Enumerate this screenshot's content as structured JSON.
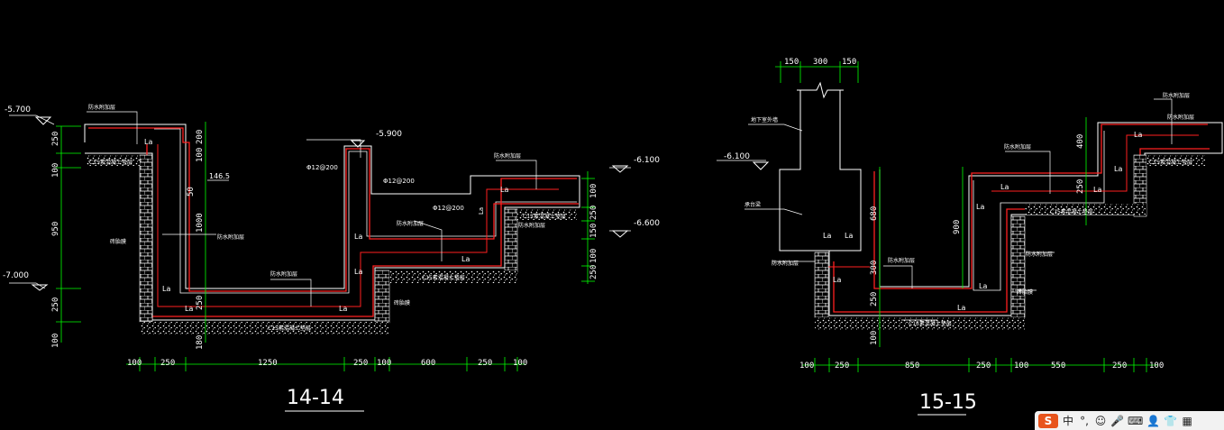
{
  "drawing": {
    "left": {
      "title": "14-14",
      "levels": [
        "-5.700",
        "-7.000",
        "-5.900",
        "-6.100",
        "-6.600"
      ],
      "bottom_dims": [
        "100",
        "250",
        "1250",
        "250",
        "100",
        "600",
        "250",
        "100"
      ],
      "left_dims": [
        "250",
        "100",
        "950",
        "250",
        "100"
      ],
      "inner_dims": [
        "200",
        "100",
        "50",
        "1000",
        "250",
        "100",
        "250",
        "150",
        "100",
        "250",
        "180"
      ],
      "callouts": [
        "146.5",
        "Φ12@200",
        "Φ12@200",
        "Φ12@200"
      ],
      "la_marks": [
        "La",
        "La",
        "La",
        "La",
        "La",
        "La",
        "La",
        "La",
        "La"
      ],
      "labels": [
        "防水附加层",
        "C15素混凝土垫层",
        "砖胎膜",
        "防水附加层",
        "防水附加层",
        "防水附加层",
        "C15素混凝土垫层",
        "C15素混凝土垫层",
        "防水附加层",
        "C15素混凝土垫层",
        "砖胎膜",
        "防水附加层"
      ]
    },
    "right": {
      "title": "15-15",
      "levels": [
        "-6.100"
      ],
      "top_dims": [
        "150",
        "300",
        "150"
      ],
      "bottom_dims": [
        "100",
        "250",
        "850",
        "250",
        "100",
        "550",
        "250",
        "100"
      ],
      "inner_dims": [
        "680",
        "300",
        "900",
        "400",
        "250",
        "250",
        "100"
      ],
      "la_marks": [
        "La",
        "La",
        "La",
        "La",
        "La",
        "La",
        "La",
        "La",
        "La",
        "La"
      ],
      "labels": [
        "地下室外墙",
        "承台梁",
        "防水附加层",
        "防水附加层",
        "防水附加层",
        "防水附加层",
        "C15素混凝土垫层",
        "C15素混凝土垫层",
        "C15素混凝土垫层",
        "防水附加层",
        "砖胎膜",
        "防水附加层"
      ]
    }
  },
  "taskbar": {
    "logo": "S",
    "items": [
      "中",
      "°,",
      "☺",
      "🎤",
      "⌨",
      "👤",
      "👕",
      "▦"
    ]
  },
  "colors": {
    "background": "#000000",
    "outline": "#ffffff",
    "rebar": "#ff2020",
    "dimension": "#00ff00"
  }
}
